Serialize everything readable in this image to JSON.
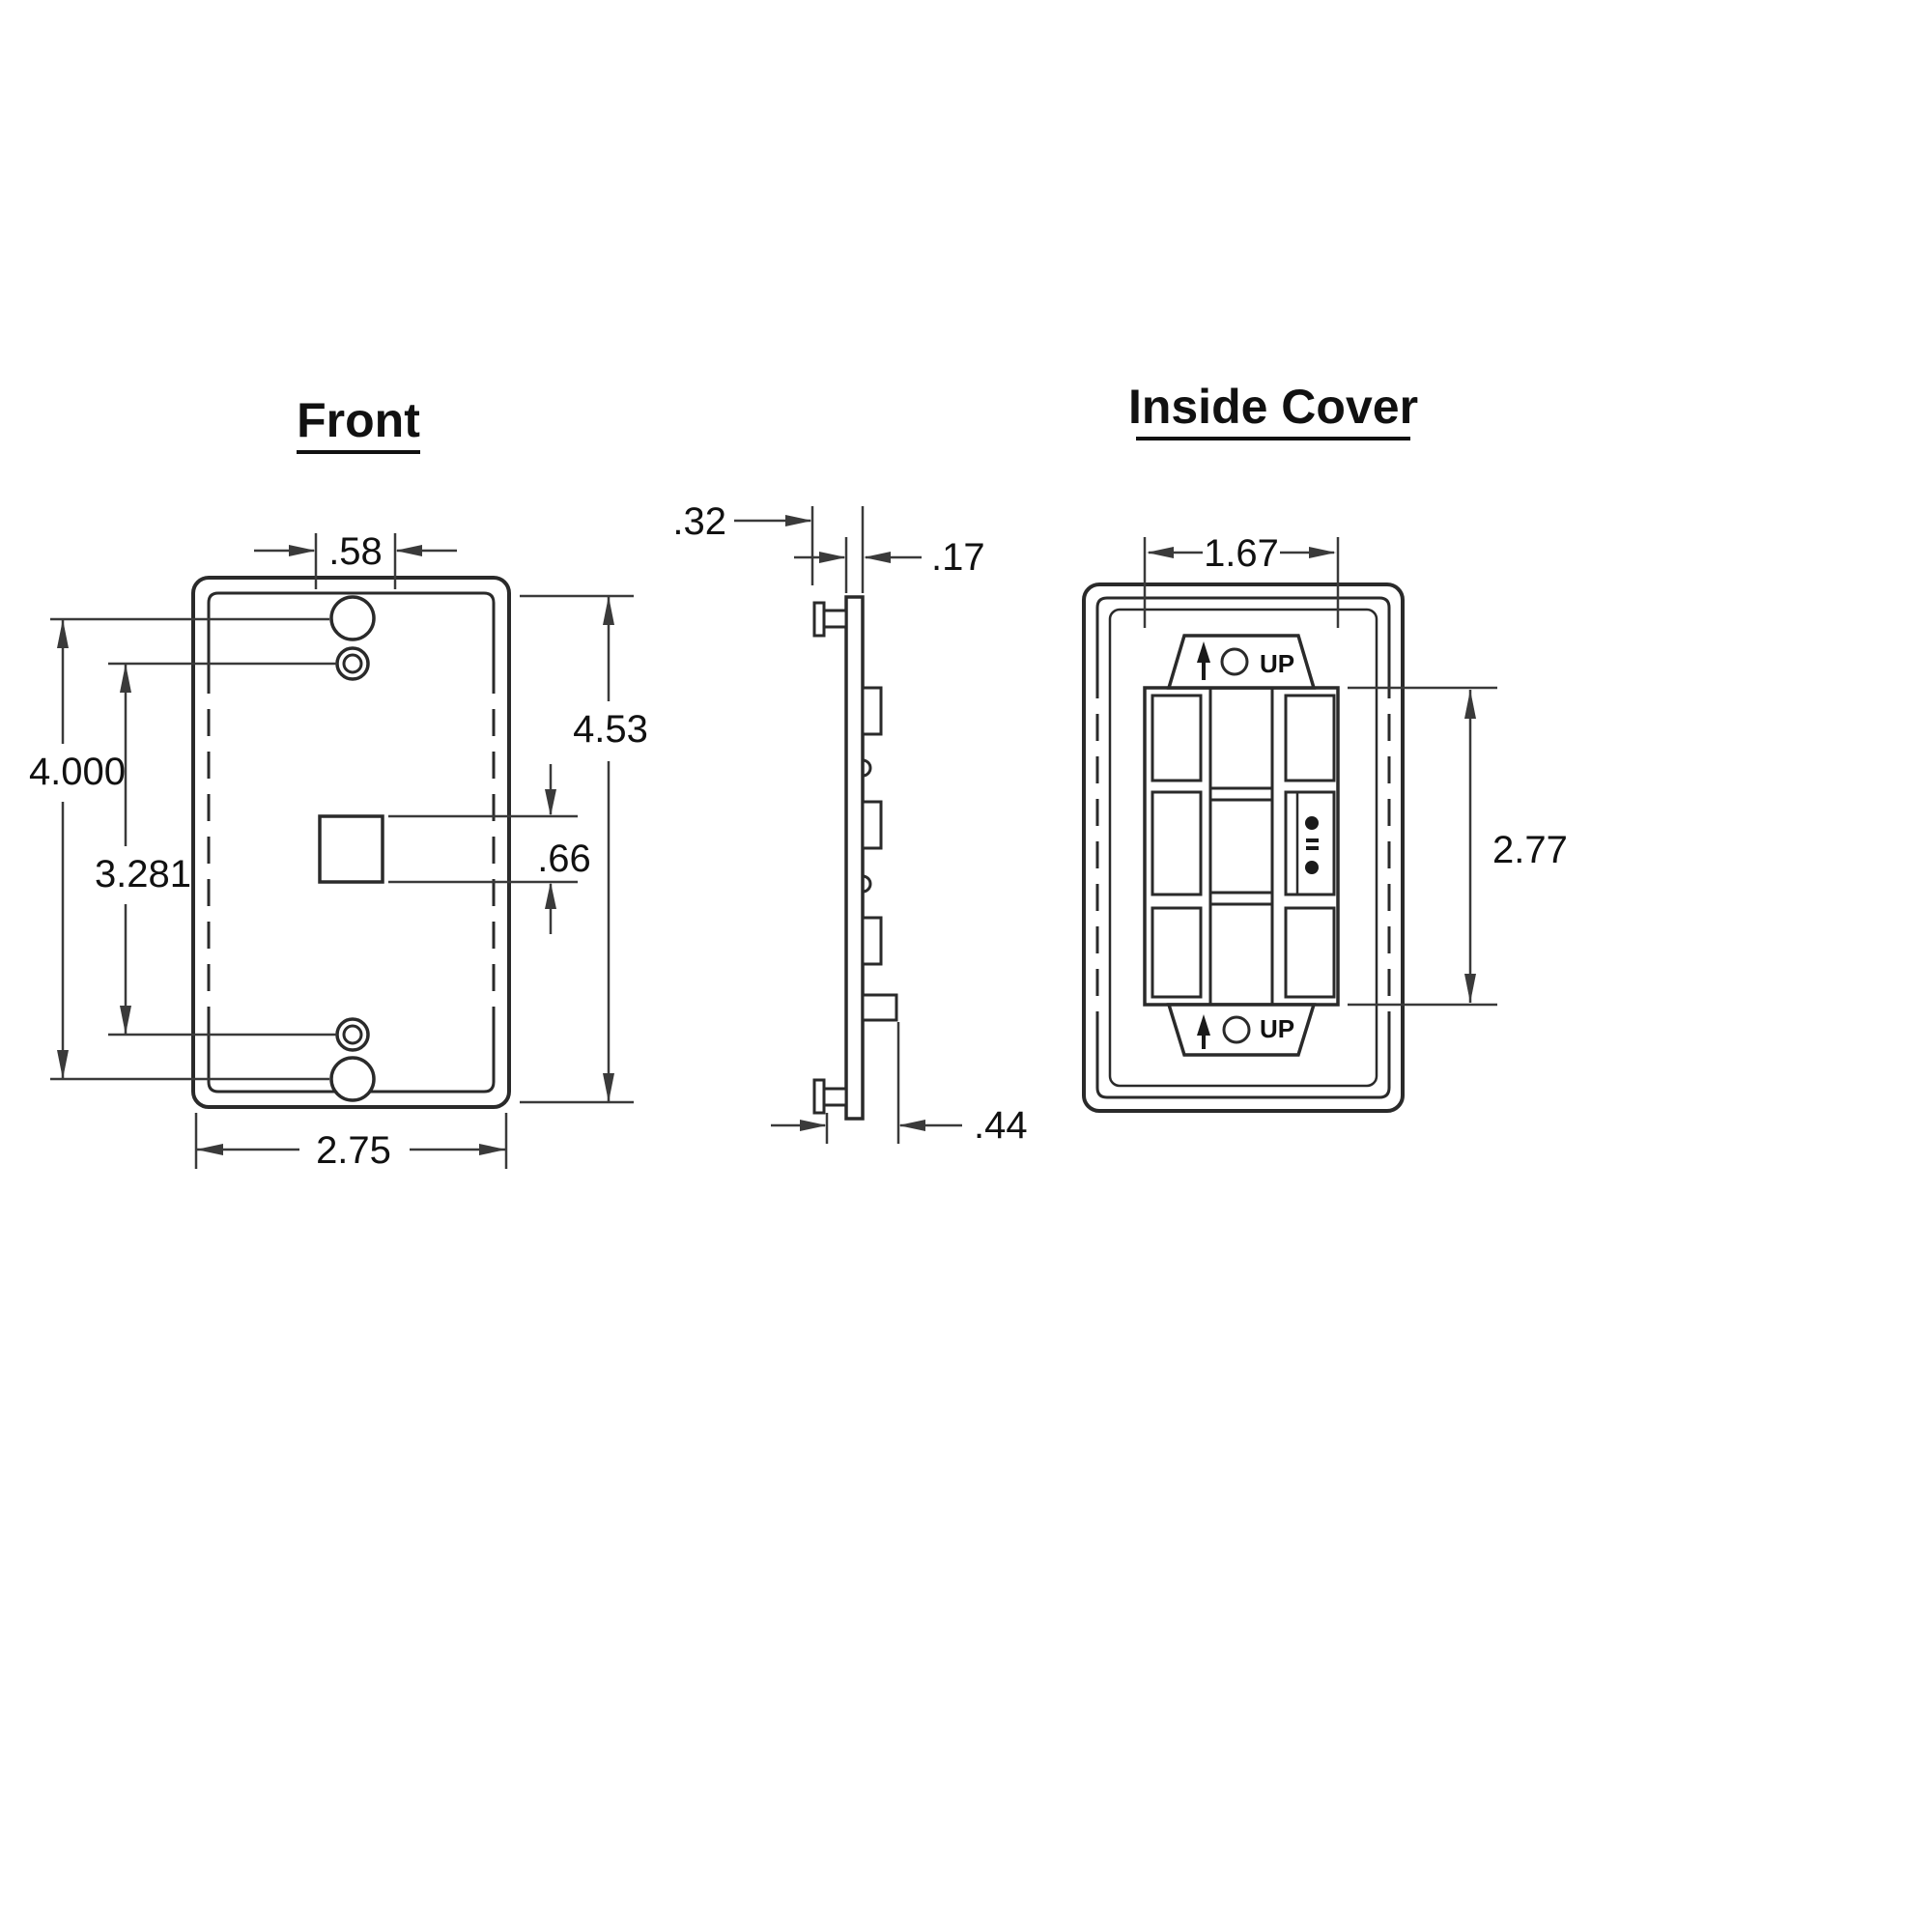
{
  "drawing": {
    "title_front": "Front",
    "title_inside": "Inside Cover"
  },
  "front_view": {
    "dim_hole_offset": ".58",
    "dim_overall_height": "4.53",
    "dim_outer_hole_spacing": "4.000",
    "dim_inner_hole_spacing": "3.281",
    "dim_aperture_height": ".66",
    "dim_overall_width": "2.75"
  },
  "side_view": {
    "dim_clip_depth": ".32",
    "dim_plate_thickness": ".17",
    "dim_overall_depth": ".44"
  },
  "inside_view": {
    "dim_insert_width": "1.67",
    "dim_insert_height": "2.77",
    "label_up_top": "UP",
    "label_up_bottom": "UP"
  }
}
